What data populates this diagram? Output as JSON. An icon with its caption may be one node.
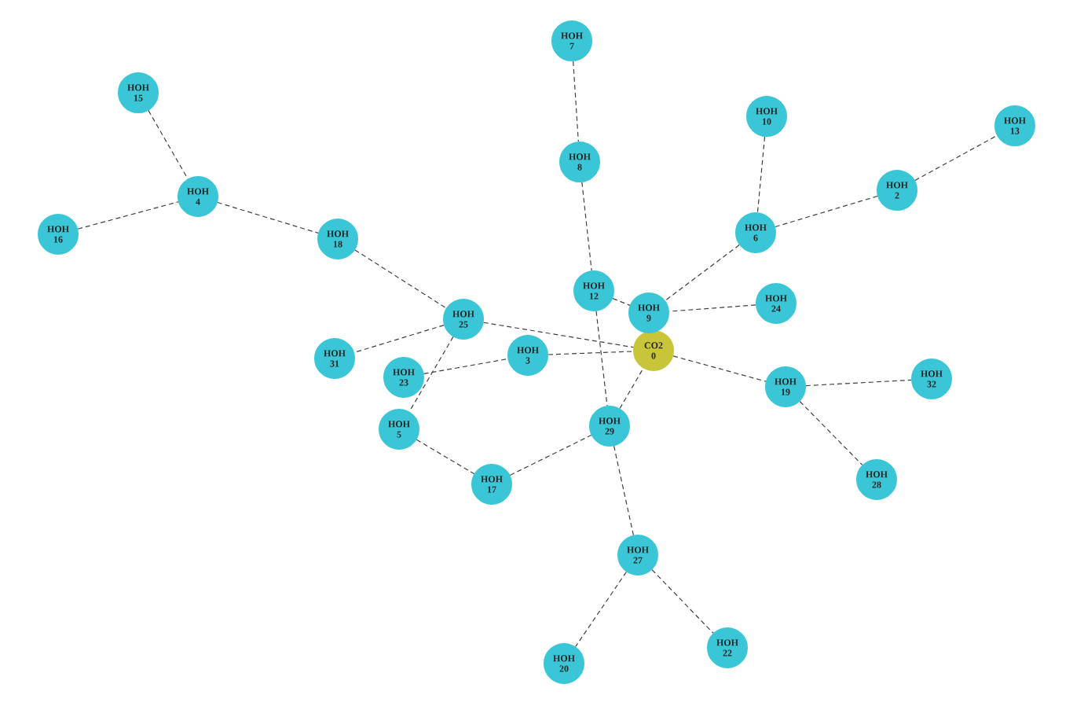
{
  "diagram": {
    "nodes": [
      {
        "text": [
          "CO2",
          "0"
        ]
      },
      {
        "text": [
          "HOH",
          "9"
        ]
      },
      {
        "text": [
          "HOH",
          "7"
        ]
      },
      {
        "text": [
          "HOH",
          "8"
        ]
      },
      {
        "text": [
          "HOH",
          "10"
        ]
      },
      {
        "text": [
          "HOH",
          "13"
        ]
      },
      {
        "text": [
          "HOH",
          "2"
        ]
      },
      {
        "text": [
          "HOH",
          "6"
        ]
      },
      {
        "text": [
          "HOH",
          "12"
        ]
      },
      {
        "text": [
          "HOH",
          "24"
        ]
      },
      {
        "text": [
          "HOH",
          "15"
        ]
      },
      {
        "text": [
          "HOH",
          "4"
        ]
      },
      {
        "text": [
          "HOH",
          "16"
        ]
      },
      {
        "text": [
          "HOH",
          "18"
        ]
      },
      {
        "text": [
          "HOH",
          "25"
        ]
      },
      {
        "text": [
          "HOH",
          "31"
        ]
      },
      {
        "text": [
          "HOH",
          "23"
        ]
      },
      {
        "text": [
          "HOH",
          "3"
        ]
      },
      {
        "text": [
          "HOH",
          "5"
        ]
      },
      {
        "text": [
          "HOH",
          "17"
        ]
      },
      {
        "text": [
          "HOH",
          "29"
        ]
      },
      {
        "text": [
          "HOH",
          "19"
        ]
      },
      {
        "text": [
          "HOH",
          "32"
        ]
      },
      {
        "text": [
          "HOH",
          "28"
        ]
      },
      {
        "text": [
          "HOH",
          "27"
        ]
      },
      {
        "text": [
          "HOH",
          "20"
        ]
      },
      {
        "text": [
          "HOH",
          "22"
        ]
      }
    ],
    "edges": [
      {
        "from": 2,
        "to": 3,
        "arrow": "none",
        "style": "dashed"
      },
      {
        "from": 3,
        "to": 8,
        "arrow": "none",
        "style": "dashed"
      },
      {
        "from": 8,
        "to": 1,
        "arrow": "none",
        "style": "dashed"
      },
      {
        "from": 8,
        "to": 20,
        "arrow": "none",
        "style": "dashed"
      },
      {
        "from": 4,
        "to": 7,
        "arrow": "none",
        "style": "dashed"
      },
      {
        "from": 7,
        "to": 6,
        "arrow": "none",
        "style": "dashed"
      },
      {
        "from": 6,
        "to": 5,
        "arrow": "none",
        "style": "dashed"
      },
      {
        "from": 7,
        "to": 1,
        "arrow": "none",
        "style": "dashed"
      },
      {
        "from": 9,
        "to": 1,
        "arrow": "none",
        "style": "dashed"
      },
      {
        "from": 10,
        "to": 11,
        "arrow": "none",
        "style": "dashed"
      },
      {
        "from": 12,
        "to": 11,
        "arrow": "none",
        "style": "dashed"
      },
      {
        "from": 11,
        "to": 13,
        "arrow": "none",
        "style": "dashed"
      },
      {
        "from": 13,
        "to": 14,
        "arrow": "none",
        "style": "dashed"
      },
      {
        "from": 14,
        "to": 15,
        "arrow": "none",
        "style": "dashed"
      },
      {
        "from": 14,
        "to": 0,
        "arrow": "none",
        "style": "dashed"
      },
      {
        "from": 14,
        "to": 18,
        "arrow": "none",
        "style": "dashed"
      },
      {
        "from": 16,
        "to": 17,
        "arrow": "none",
        "style": "dashed"
      },
      {
        "from": 17,
        "to": 0,
        "arrow": "none",
        "style": "dashed"
      },
      {
        "from": 18,
        "to": 19,
        "arrow": "none",
        "style": "dashed"
      },
      {
        "from": 19,
        "to": 20,
        "arrow": "none",
        "style": "dashed"
      },
      {
        "from": 20,
        "to": 0,
        "arrow": "none",
        "style": "dashed"
      },
      {
        "from": 20,
        "to": 24,
        "arrow": "none",
        "style": "dashed"
      },
      {
        "from": 24,
        "to": 25,
        "arrow": "none",
        "style": "dashed"
      },
      {
        "from": 24,
        "to": 26,
        "arrow": "none",
        "style": "dashed"
      },
      {
        "from": 0,
        "to": 21,
        "arrow": "none",
        "style": "dashed"
      },
      {
        "from": 21,
        "to": 22,
        "arrow": "none",
        "style": "dashed"
      },
      {
        "from": 21,
        "to": 23,
        "arrow": "none",
        "style": "dashed"
      }
    ]
  }
}
